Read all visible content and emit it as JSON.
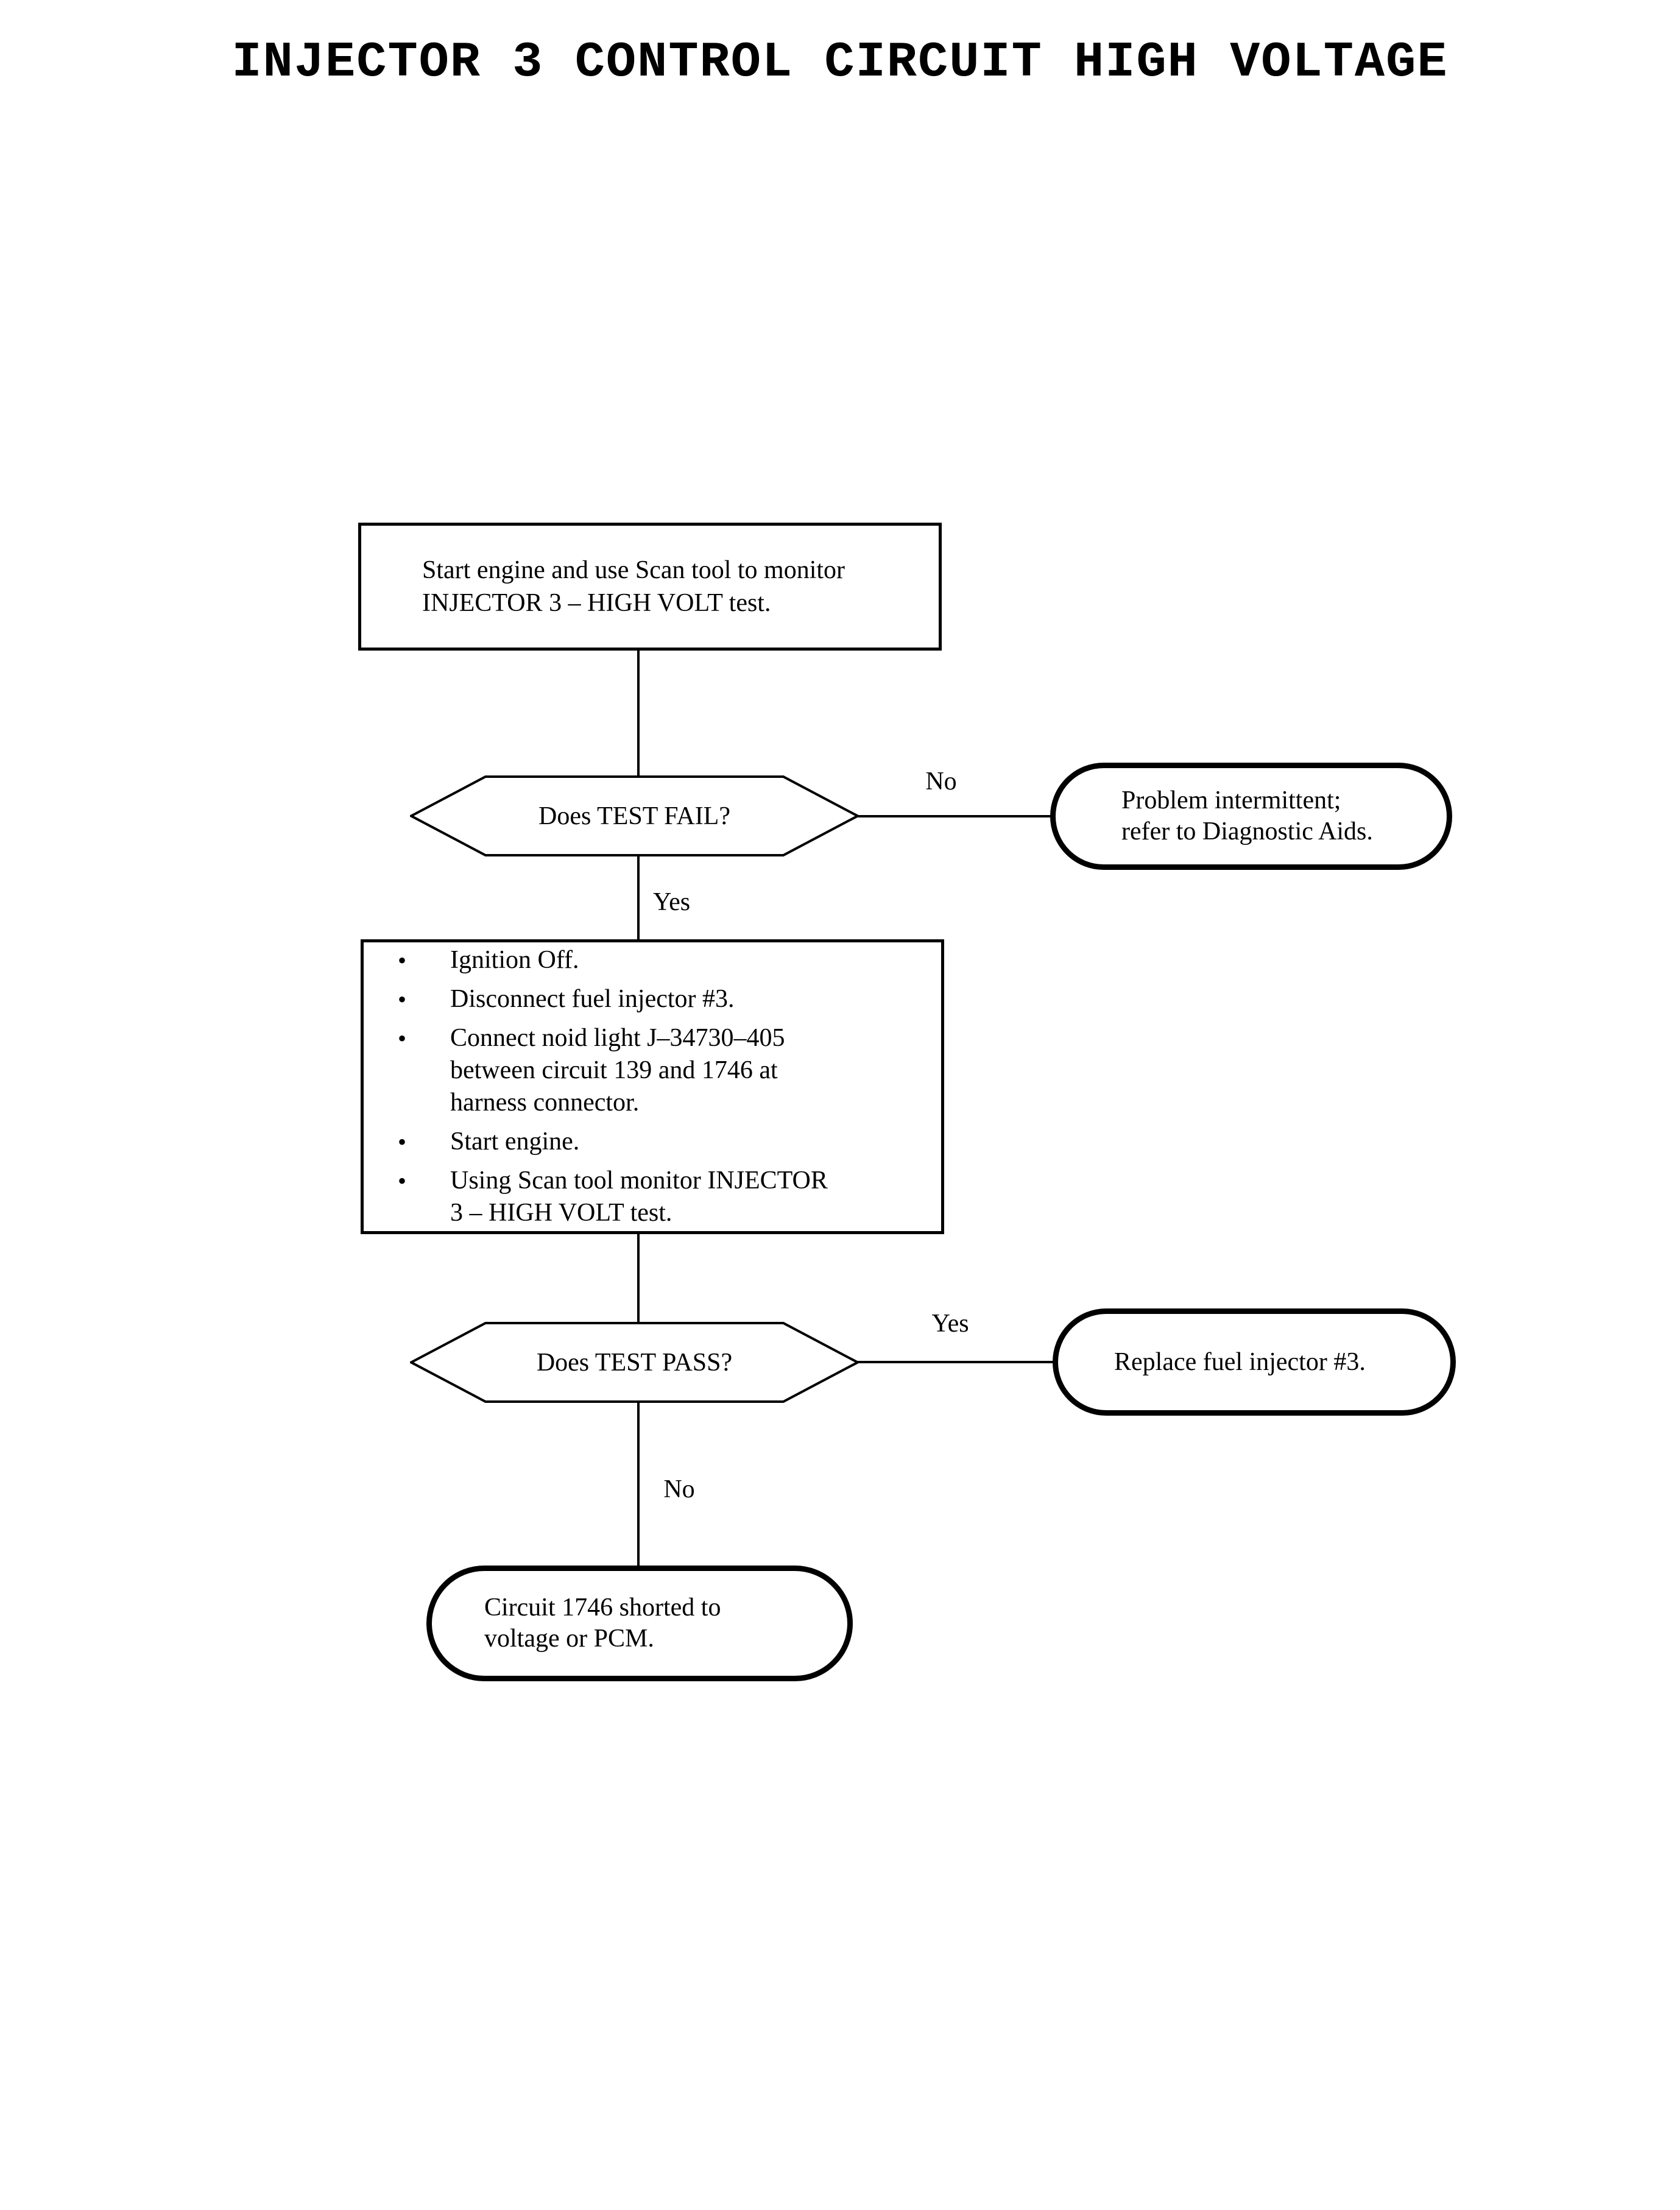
{
  "page": {
    "title": "INJECTOR 3 CONTROL CIRCUIT HIGH VOLTAGE",
    "colors": {
      "ink": "#000000",
      "background": "#ffffff"
    }
  },
  "flowchart": {
    "start_box": {
      "lines": [
        "Start engine and use Scan tool to monitor",
        "INJECTOR 3 – HIGH VOLT test."
      ]
    },
    "decision1": {
      "label": "Does TEST FAIL?",
      "no_label": "No",
      "yes_label": "Yes"
    },
    "intermittent_terminal": {
      "lines": [
        "Problem intermittent;",
        "refer to Diagnostic Aids."
      ]
    },
    "steps_box": {
      "bullet": "•",
      "items": [
        {
          "lines": [
            "Ignition Off."
          ]
        },
        {
          "lines": [
            "Disconnect fuel injector #3."
          ]
        },
        {
          "lines": [
            "Connect noid light J–34730–405",
            "between circuit 139 and 1746 at",
            "harness connector."
          ]
        },
        {
          "lines": [
            "Start engine."
          ]
        },
        {
          "lines": [
            "Using Scan tool monitor INJECTOR",
            "3 – HIGH VOLT test."
          ]
        }
      ]
    },
    "decision2": {
      "label": "Does TEST PASS?",
      "yes_label": "Yes",
      "no_label": "No"
    },
    "replace_terminal": {
      "label": "Replace fuel injector #3."
    },
    "shorted_terminal": {
      "lines": [
        "Circuit 1746 shorted to",
        "voltage or PCM."
      ]
    }
  }
}
